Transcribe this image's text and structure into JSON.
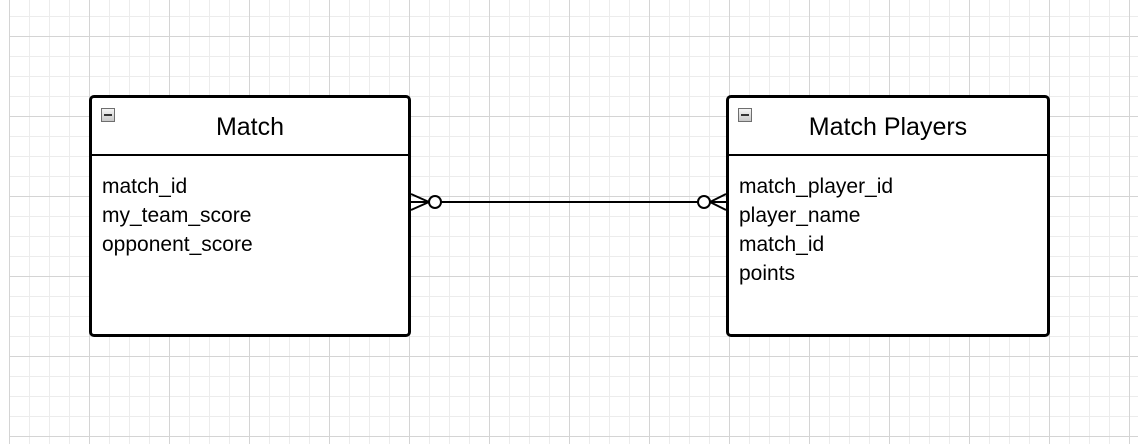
{
  "diagram": {
    "entities": [
      {
        "title": "Match",
        "icon": "collapse-icon",
        "attributes": [
          "match_id",
          "my_team_score",
          "opponent_score"
        ]
      },
      {
        "title": "Match Players",
        "icon": "collapse-icon",
        "attributes": [
          "match_player_id",
          "player_name",
          "match_id",
          "points"
        ]
      }
    ],
    "relationship": {
      "from": "Match",
      "to": "Match Players",
      "from_cardinality": "zero-or-many",
      "to_cardinality": "zero-or-many"
    }
  },
  "colors": {
    "stroke": "#000000",
    "grid_major": "#d4d4d4",
    "grid_minor": "#ececec",
    "background": "#ffffff"
  }
}
